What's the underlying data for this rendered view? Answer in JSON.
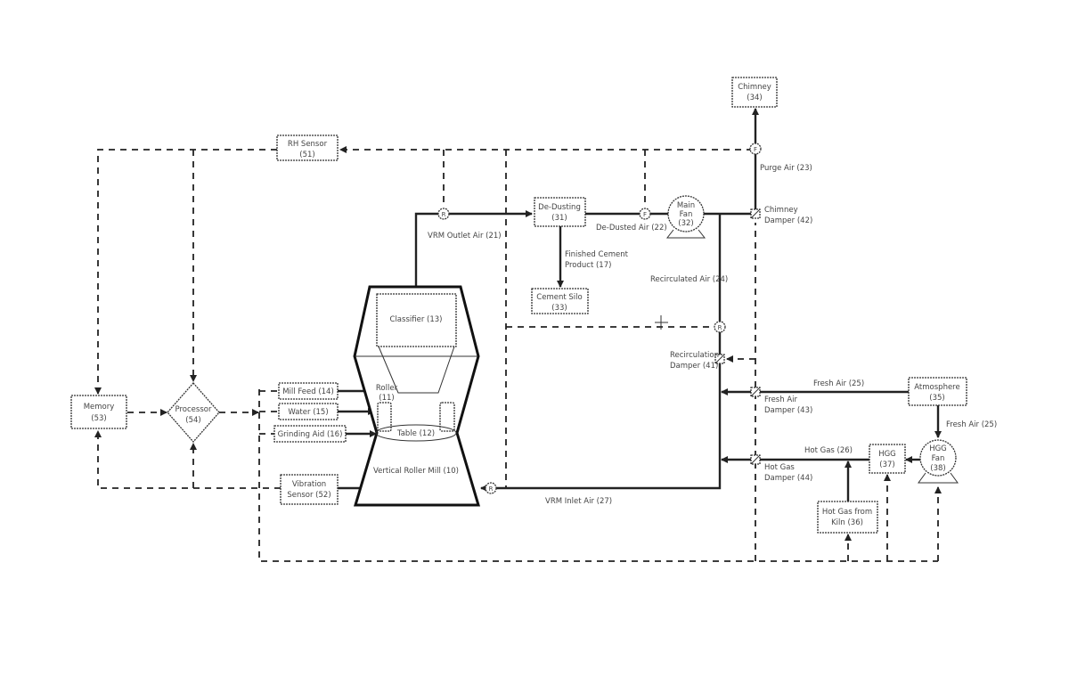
{
  "nodes": {
    "chimney": [
      "Chimney",
      "(34)"
    ],
    "rh_sensor": [
      "RH Sensor",
      "(51)"
    ],
    "memory": [
      "Memory",
      "(53)"
    ],
    "processor": [
      "Processor",
      "(54)"
    ],
    "mill_feed": "Mill Feed (14)",
    "water": "Water (15)",
    "grinding_aid": "Grinding Aid (16)",
    "vibration_sensor": [
      "Vibration",
      "Sensor (52)"
    ],
    "classifier": "Classifier (13)",
    "roller": [
      "Roller",
      "(11)"
    ],
    "table": "Table (12)",
    "vrm": "Vertical Roller Mill (10)",
    "de_dusting": [
      "De-Dusting",
      "(31)"
    ],
    "cement_silo": [
      "Cement Silo",
      "(33)"
    ],
    "main_fan": [
      "Main",
      "Fan",
      "(32)"
    ],
    "atmosphere": [
      "Atmosphere",
      "(35)"
    ],
    "hgg": [
      "HGG",
      "(37)"
    ],
    "hgg_fan": [
      "HGG",
      "Fan",
      "(38)"
    ],
    "hot_gas_kiln": [
      "Hot Gas from",
      "Kiln (36)"
    ]
  },
  "flows": {
    "vrm_outlet_air": "VRM Outlet Air (21)",
    "de_dusted_air": "De-Dusted Air (22)",
    "purge_air": "Purge Air (23)",
    "recirculated_air": "Recirculated Air (24)",
    "fresh_air_1": "Fresh Air (25)",
    "fresh_air_2": "Fresh Air (25)",
    "hot_gas": "Hot Gas (26)",
    "vrm_inlet_air": "VRM Inlet Air (27)",
    "finished_cement": [
      "Finished Cement",
      "Product (17)"
    ]
  },
  "dampers": {
    "chimney": [
      "Chimney",
      "Damper (42)"
    ],
    "recirculation": [
      "Recirculation",
      "Damper (41)"
    ],
    "fresh_air": [
      "Fresh Air",
      "Damper (43)"
    ],
    "hot_gas": [
      "Hot Gas",
      "Damper (44)"
    ]
  },
  "sensor_markers": {
    "vrm_outlet": "R",
    "de_dusted": "F",
    "purge": "F",
    "recirc": "R",
    "inlet": "R"
  }
}
